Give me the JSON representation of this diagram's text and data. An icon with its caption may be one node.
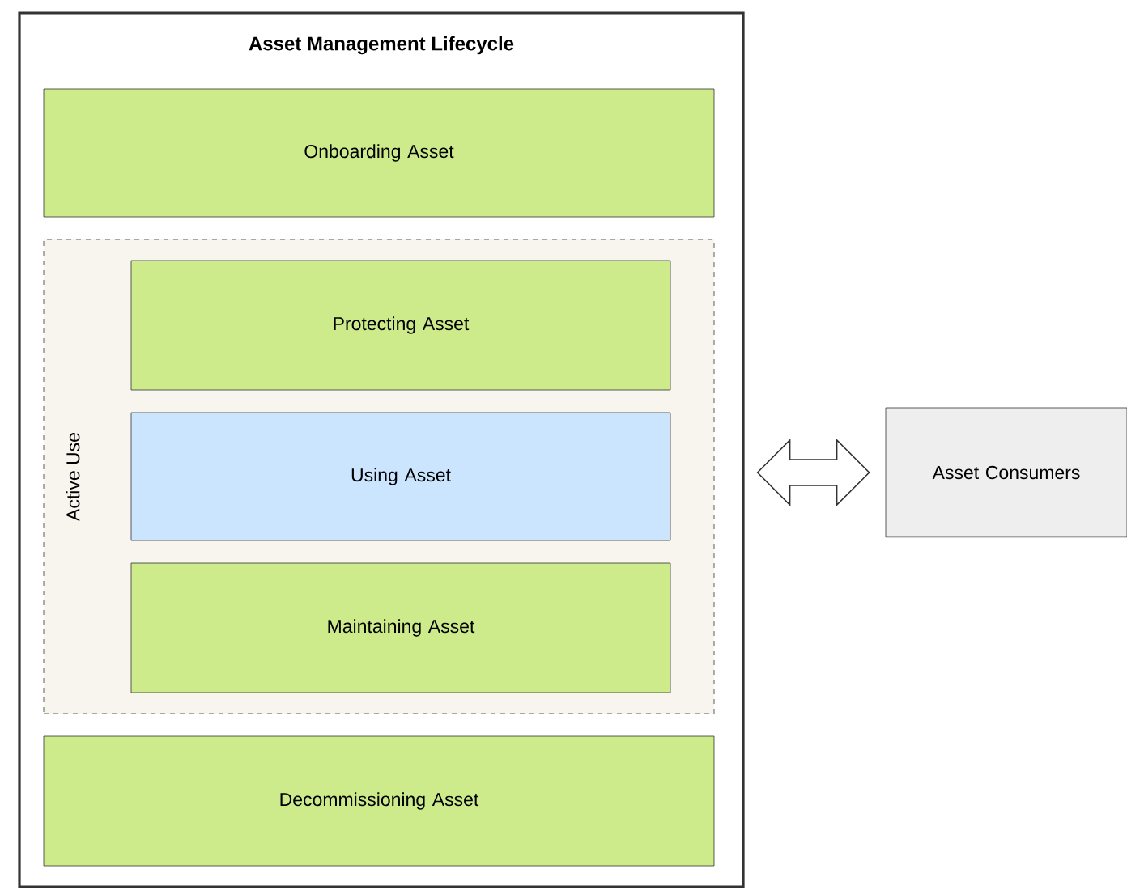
{
  "diagram": {
    "nodes": [
      {
        "text": [
          "Asset Management Lifecycle"
        ]
      },
      {
        "text": [
          "Onboarding Asset"
        ],
        "in": 0
      },
      {
        "text": [
          "Active Use"
        ],
        "in": 0
      },
      {
        "text": [
          "Protecting Asset"
        ],
        "in": 2
      },
      {
        "text": [
          "Using Asset"
        ],
        "in": 2
      },
      {
        "text": [
          "Maintaining Asset"
        ],
        "in": 2
      },
      {
        "text": [
          "Decommissioning Asset"
        ],
        "in": 0
      },
      {
        "text": [
          "Asset Consumers"
        ]
      }
    ],
    "edges": [
      {
        "from": 0,
        "to": 7,
        "arrow": "both"
      }
    ]
  }
}
